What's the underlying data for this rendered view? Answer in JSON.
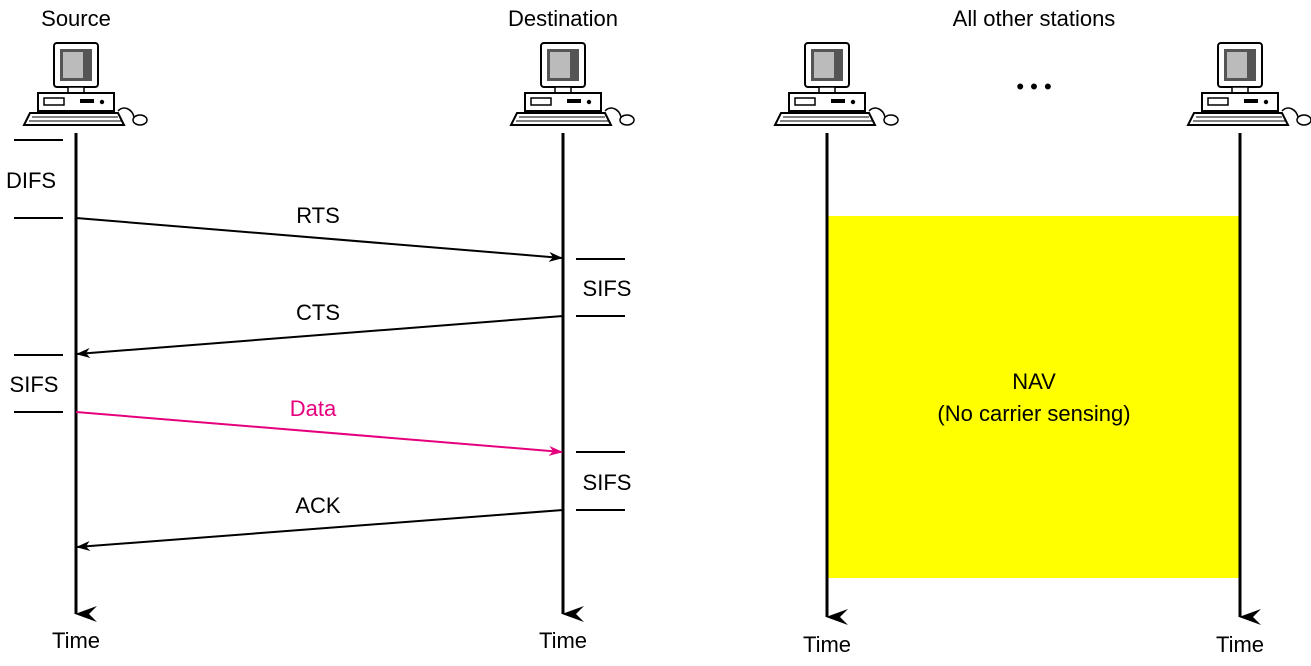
{
  "headers": {
    "source": "Source",
    "destination": "Destination",
    "others": "All other stations"
  },
  "ellipsis": "• • •",
  "timeline_label": "Time",
  "intervals": {
    "source_difs": "DIFS",
    "source_sifs": "SIFS",
    "dest_sifs_1": "SIFS",
    "dest_sifs_2": "SIFS"
  },
  "messages": {
    "rts": "RTS",
    "cts": "CTS",
    "data": "Data",
    "ack": "ACK"
  },
  "nav": {
    "title": "NAV",
    "subtitle": "(No carrier sensing)"
  },
  "colors": {
    "data_arrow": "#e6007e",
    "nav_fill": "#ffff00",
    "line": "#000000"
  }
}
